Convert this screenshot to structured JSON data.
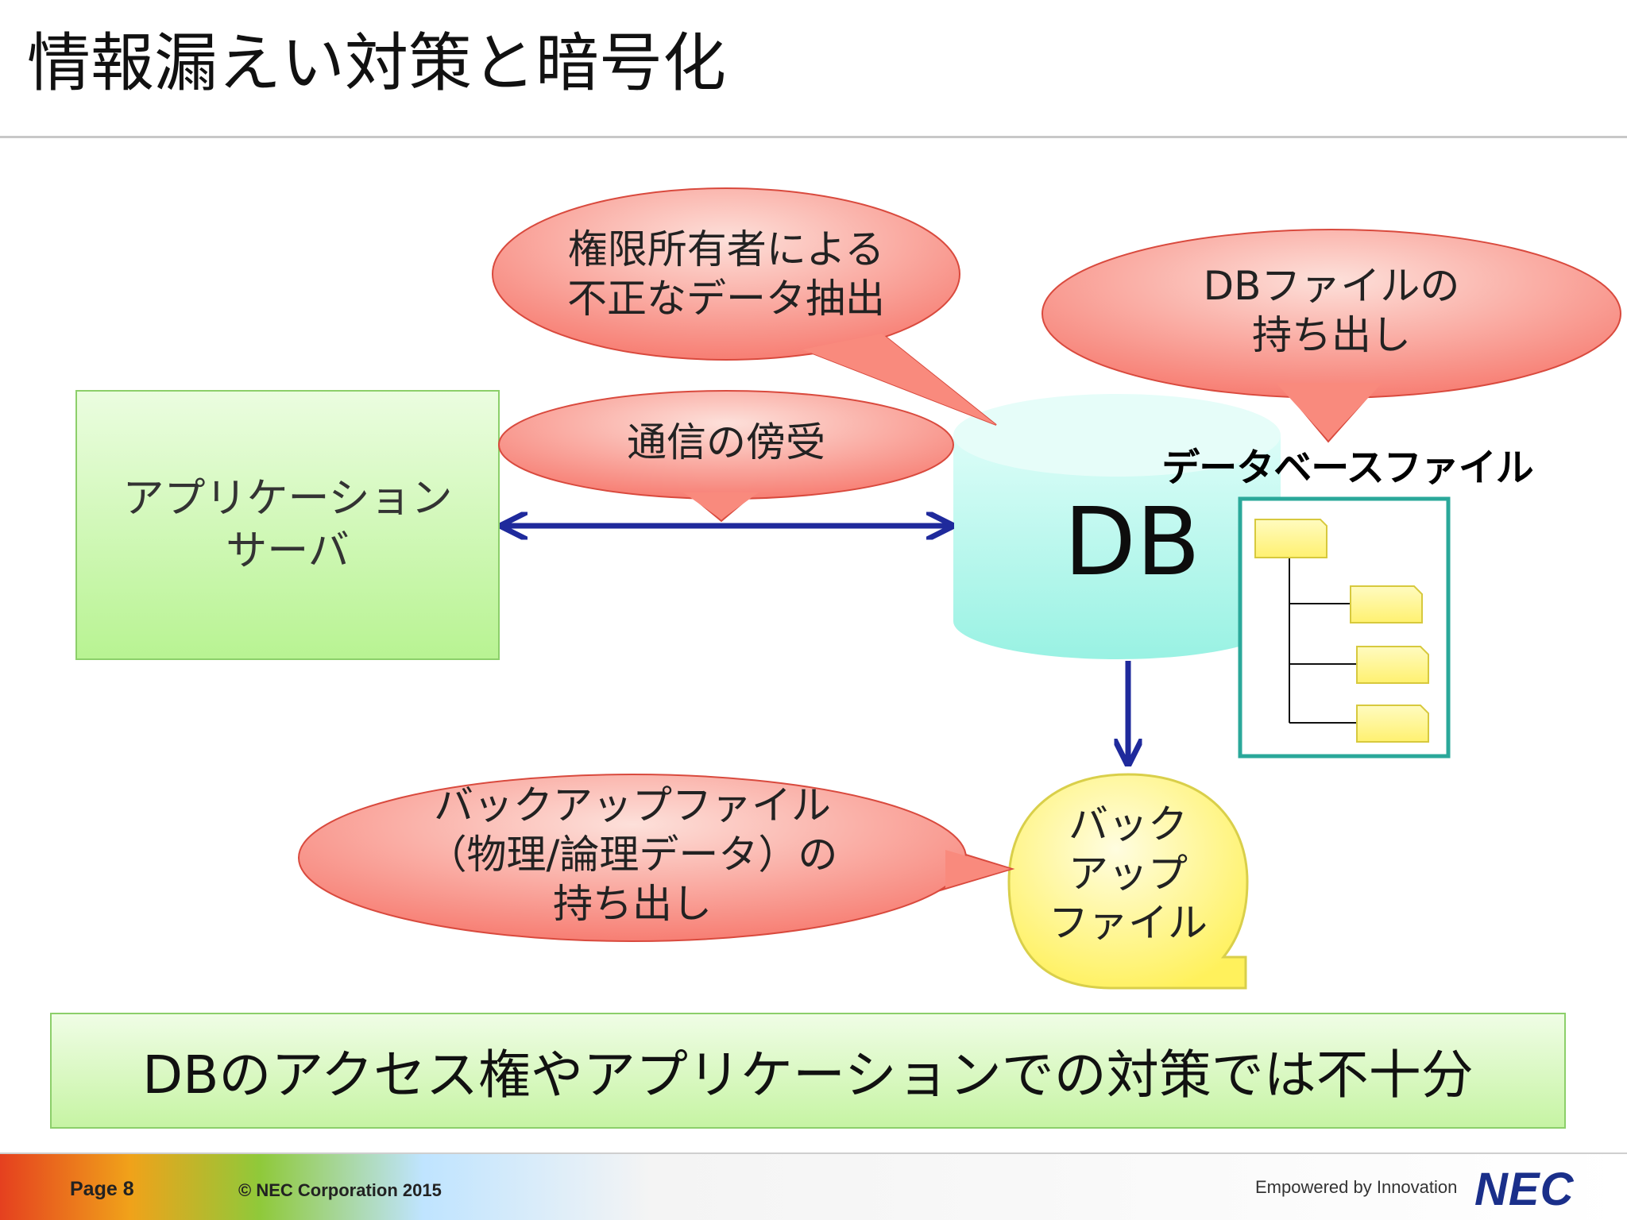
{
  "title": "情報漏えい対策と暗号化",
  "threats": {
    "unauthorized_extraction": [
      "権限所有者による",
      "不正なデータ抽出"
    ],
    "db_file_takeout": [
      "DBファイルの",
      "持ち出し"
    ],
    "wiretap": "通信の傍受",
    "backup_takeout": [
      "バックアップファイル",
      "（物理/論理データ）の",
      "持ち出し"
    ]
  },
  "nodes": {
    "app_server": [
      "アプリケーション",
      "サーバ"
    ],
    "db": "DB",
    "db_file_label": "データベースファイル",
    "backup_file": [
      "バック",
      "アップ",
      "ファイル"
    ]
  },
  "summary": "DBのアクセス権やアプリケーションでの対策では不十分",
  "footer": {
    "page": "Page 8",
    "copyright": "© NEC Corporation 2015",
    "tagline": "Empowered by Innovation",
    "logo": "NEC"
  },
  "colors": {
    "bubble_red": "#f9857a",
    "db_cyan": "#a2f5e8",
    "app_green": "#c8f5a6",
    "backup_yellow": "#fff36a",
    "arrow_navy": "#1f2a9c",
    "file_frame": "#2aa89a",
    "logo_blue": "#1a2f8a"
  }
}
